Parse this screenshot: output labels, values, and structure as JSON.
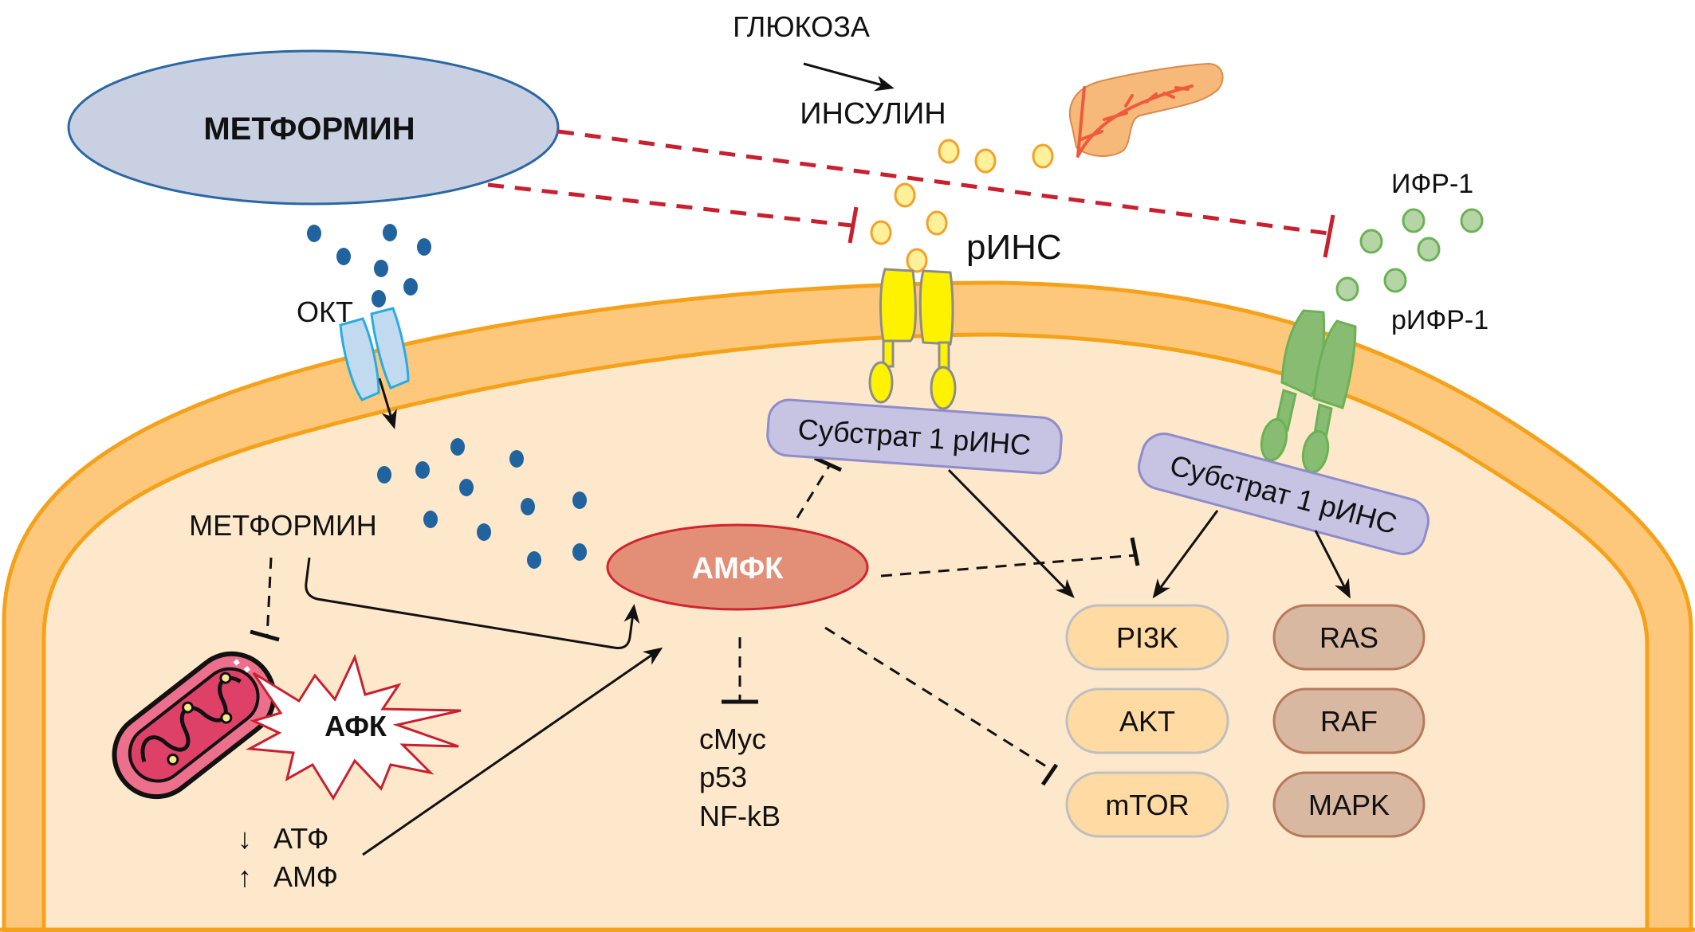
{
  "diagram": {
    "title": "Metformin signaling pathway",
    "colors": {
      "membrane_outer": "#FDC87C",
      "membrane_stroke": "#F5A21A",
      "cytoplasm": "#FEE8CB",
      "metformin_ellipse_fill": "#C8D0E2",
      "metformin_ellipse_stroke": "#2A67A3",
      "metformin_dot": "#21639E",
      "inhibition_red": "#C8202F",
      "insulin_fill": "#FFF19A",
      "insulin_stroke": "#F4A12B",
      "igf_fill": "#B5D5A6",
      "igf_stroke": "#6BB155",
      "ins_receptor_fill": "#FFF200",
      "ins_receptor_stroke": "#8C8C8C",
      "igf_receptor_fill": "#88BC72",
      "igf_receptor_stroke": "#6BB155",
      "oct_fill": "#C2DAF0",
      "oct_stroke": "#29ABE2",
      "substrate_fill": "#C6C3E3",
      "substrate_stroke": "#8F8CCB",
      "ampk_fill": "#E38F78",
      "ampk_stroke": "#D0252E",
      "pi3k_fill": "#FFDBA3",
      "pi3k_stroke": "#BFBFBF",
      "ras_fill": "#D9B8A2",
      "ras_stroke": "#B8795A",
      "afk_stroke": "#C8202F",
      "mito_fill": "#EC6F8C",
      "pancreas_fill": "#F7B97A",
      "pancreas_vein": "#EE5B3C"
    },
    "labels": {
      "metformin_outer": "МЕТФОРМИН",
      "glucose": "ГЛЮКОЗА",
      "insulin": "ИНСУЛИН",
      "insulin_receptor": "рИНС",
      "igf1": "ИФР-1",
      "igf1_receptor": "рИФР-1",
      "oct": "ОКТ",
      "metformin_inner": "МЕТФОРМИН",
      "ampk": "АМФК",
      "ros": "АФК",
      "atp": "АТФ",
      "amp": "АМФ",
      "atp_arrow": "↓",
      "amp_arrow": "↑",
      "substrate_ins": "Субстрат 1 рИНС",
      "substrate_igf": "Субстрат 1 рИНС"
    },
    "ampk_targets": [
      "cMyc",
      "p53",
      "NF-kB"
    ],
    "pi3k_pathway": [
      "PI3K",
      "AKT",
      "mTOR"
    ],
    "mapk_pathway": [
      "RAS",
      "RAF",
      "MAPK"
    ]
  }
}
